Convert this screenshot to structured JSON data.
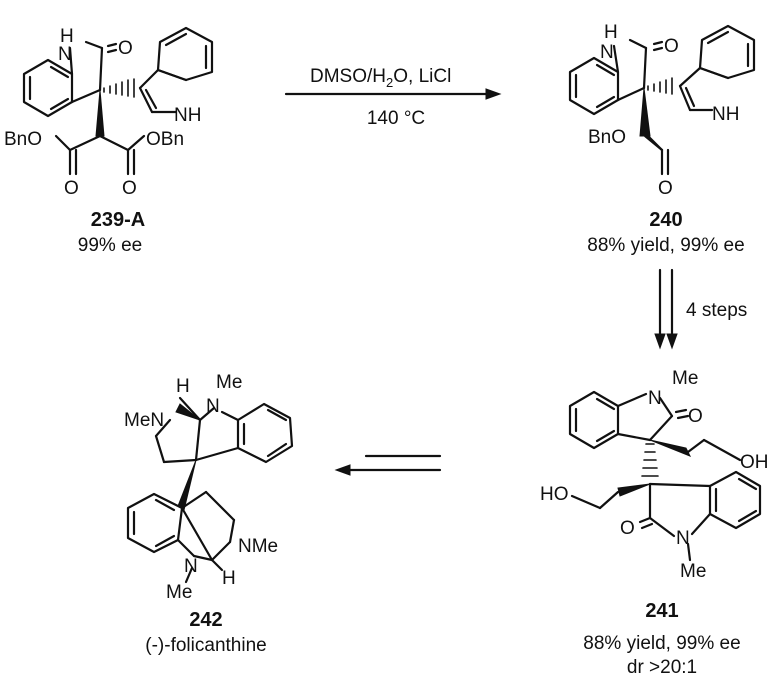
{
  "reaction1": {
    "reagents": "DMSO/H",
    "reagents_sub": "2",
    "reagents_rest": "O, LiCl",
    "temperature": "140 °C"
  },
  "reaction2": {
    "conditions": "4 steps"
  },
  "compounds": {
    "c239": {
      "number": "239-A",
      "ee": "99% ee"
    },
    "c240": {
      "number": "240",
      "yield": "88% yield, 99% ee"
    },
    "c241": {
      "number": "241",
      "yield": "88% yield, 99% ee",
      "dr": "dr >20:1"
    },
    "c242": {
      "number": "242",
      "name": "(-)-folicanthine"
    }
  },
  "atoms": {
    "H": "H",
    "N": "N",
    "O": "O",
    "NH": "NH",
    "OBn": "OBn",
    "BnO": "BnO",
    "Me": "Me",
    "OH": "OH",
    "HO": "HO",
    "MeN": "MeN",
    "NMe": "NMe"
  }
}
